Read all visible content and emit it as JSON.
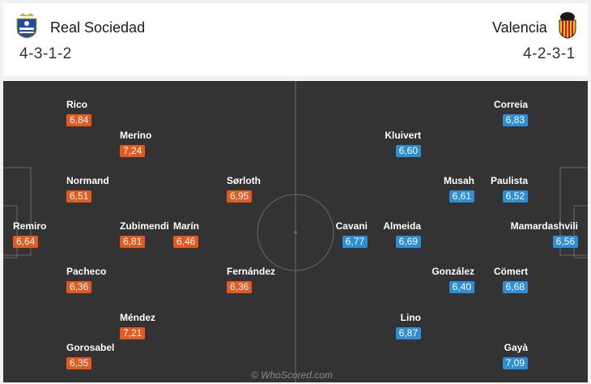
{
  "home": {
    "name": "Real Sociedad",
    "formation": "4-3-1-2",
    "crest_icon": "real-sociedad-crest",
    "players": [
      {
        "name": "Remiro",
        "rating": "6,64"
      },
      {
        "name": "Rico",
        "rating": "6,84"
      },
      {
        "name": "Normand",
        "rating": "6,51"
      },
      {
        "name": "Pacheco",
        "rating": "6,36"
      },
      {
        "name": "Gorosabel",
        "rating": "6,35"
      },
      {
        "name": "Merino",
        "rating": "7,24"
      },
      {
        "name": "Zubimendi",
        "rating": "6,81"
      },
      {
        "name": "Méndez",
        "rating": "7,21"
      },
      {
        "name": "Marín",
        "rating": "6,46"
      },
      {
        "name": "Sørloth",
        "rating": "6,95"
      },
      {
        "name": "Fernández",
        "rating": "6,36"
      }
    ]
  },
  "away": {
    "name": "Valencia",
    "formation": "4-2-3-1",
    "crest_icon": "valencia-crest",
    "players": [
      {
        "name": "Mamardashvili",
        "rating": "6,56"
      },
      {
        "name": "Correia",
        "rating": "6,83"
      },
      {
        "name": "Paulista",
        "rating": "6,52"
      },
      {
        "name": "Cömert",
        "rating": "6,68"
      },
      {
        "name": "Gayà",
        "rating": "7,09"
      },
      {
        "name": "Musah",
        "rating": "6,61"
      },
      {
        "name": "González",
        "rating": "6,40"
      },
      {
        "name": "Kluivert",
        "rating": "6,60"
      },
      {
        "name": "Almeida",
        "rating": "6,69"
      },
      {
        "name": "Lino",
        "rating": "6,87"
      },
      {
        "name": "Cavani",
        "rating": "6,77"
      }
    ]
  },
  "colors": {
    "home_rating": "#e35a20",
    "away_rating": "#2d8ed6",
    "pitch": "#333333"
  },
  "watermark": "© WhoScored.com"
}
